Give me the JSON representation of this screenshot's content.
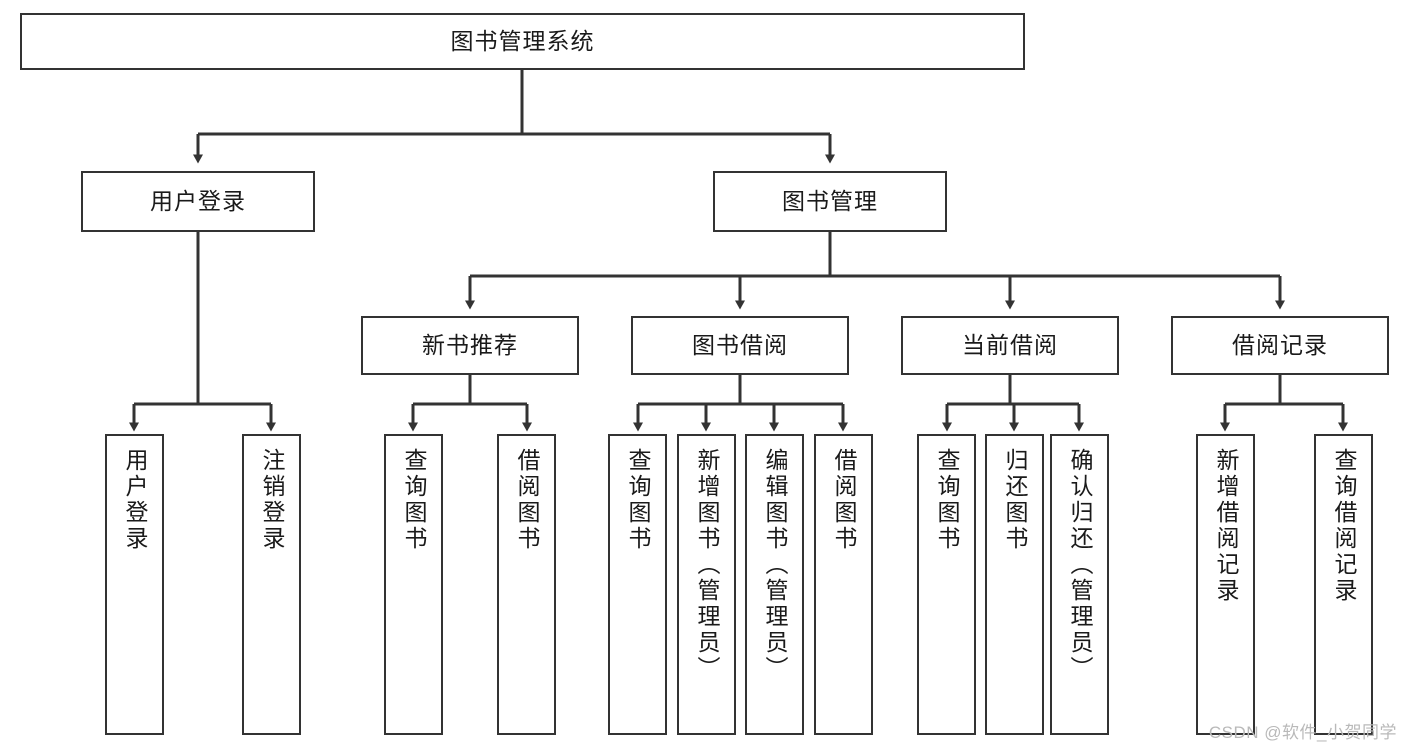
{
  "diagram": {
    "title": "图书管理系统",
    "watermark": "CSDN @软件_小贺同学",
    "line_color": "#333333",
    "box_border_color": "#333333",
    "box_fill_color": "#ffffff",
    "text_color": "#1a1a1a",
    "watermark_color": "#b9b9b9"
  },
  "nodes": {
    "root": {
      "label": "图书管理系统"
    },
    "level2": [
      {
        "label": "用户登录"
      },
      {
        "label": "图书管理"
      }
    ],
    "level3": [
      {
        "label": "新书推荐"
      },
      {
        "label": "图书借阅"
      },
      {
        "label": "当前借阅"
      },
      {
        "label": "借阅记录"
      }
    ],
    "leaves": {
      "user_login": [
        {
          "label": "用户登录"
        },
        {
          "label": "注销登录"
        }
      ],
      "new_book_recommend": [
        {
          "label": "查询图书"
        },
        {
          "label": "借阅图书"
        }
      ],
      "book_borrow": [
        {
          "label": "查询图书"
        },
        {
          "label": "新增图书（管理员）"
        },
        {
          "label": "编辑图书（管理员）"
        },
        {
          "label": "借阅图书"
        }
      ],
      "current_borrow": [
        {
          "label": "查询图书"
        },
        {
          "label": "归还图书"
        },
        {
          "label": "确认归还（管理员）"
        }
      ],
      "borrow_record": [
        {
          "label": "新增借阅记录"
        },
        {
          "label": "查询借阅记录"
        }
      ]
    }
  }
}
